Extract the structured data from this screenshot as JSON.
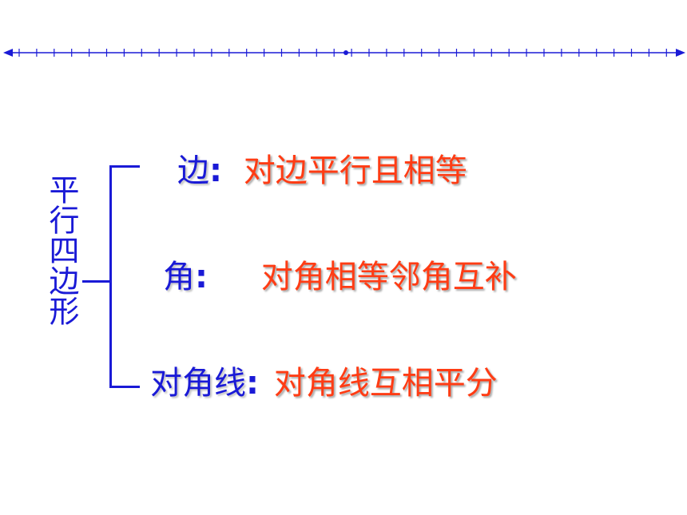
{
  "title": "平行四边形",
  "colors": {
    "blue": "#1a1ad6",
    "red": "#ff3c14"
  },
  "properties": [
    {
      "label": "边",
      "colon": ":",
      "value": "对边平行且相等"
    },
    {
      "label": "角",
      "colon": ":",
      "value": "对角相等邻角互补"
    },
    {
      "label": "对角线",
      "colon": ":",
      "value": "对角线互相平分"
    }
  ]
}
